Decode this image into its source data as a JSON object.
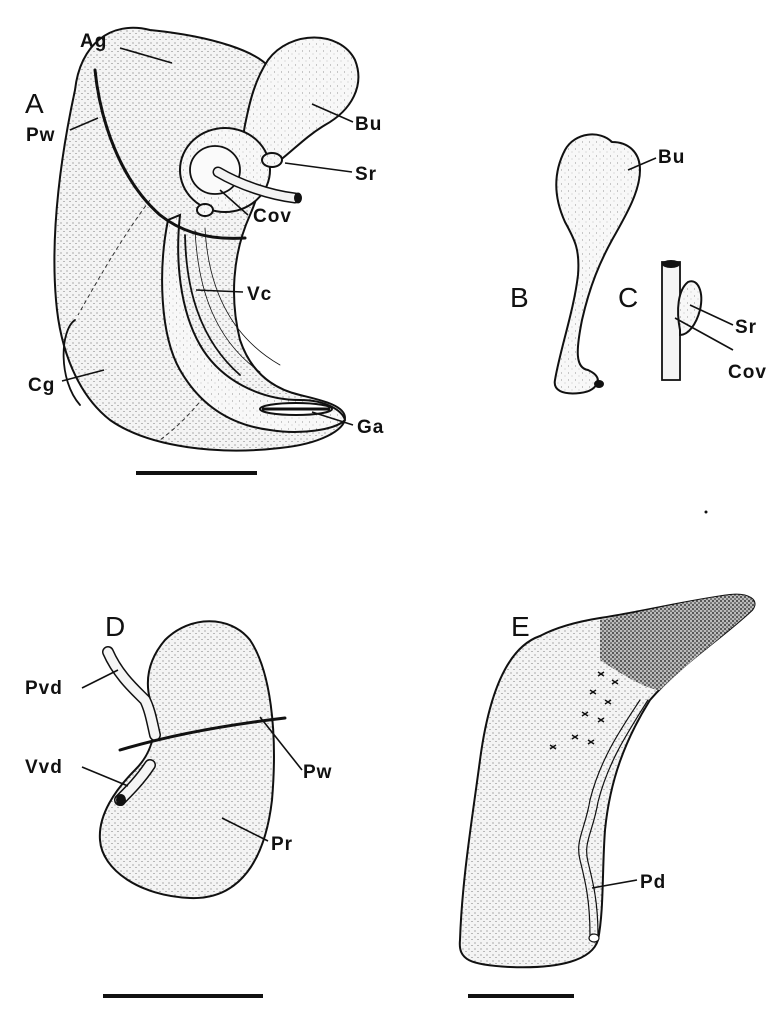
{
  "panels": {
    "A": {
      "letter": "A",
      "labels": {
        "ag": "Ag",
        "pw": "Pw",
        "bu": "Bu",
        "sr": "Sr",
        "cov": "Cov",
        "vc": "Vc",
        "cg": "Cg",
        "ga": "Ga"
      }
    },
    "B": {
      "letter": "B",
      "labels": {
        "bu": "Bu"
      }
    },
    "C": {
      "letter": "C",
      "labels": {
        "sr": "Sr",
        "cov": "Cov"
      }
    },
    "D": {
      "letter": "D",
      "labels": {
        "pvd": "Pvd",
        "pw": "Pw",
        "vvd": "Vvd",
        "pr": "Pr"
      }
    },
    "E": {
      "letter": "E",
      "labels": {
        "pd": "Pd"
      }
    }
  }
}
